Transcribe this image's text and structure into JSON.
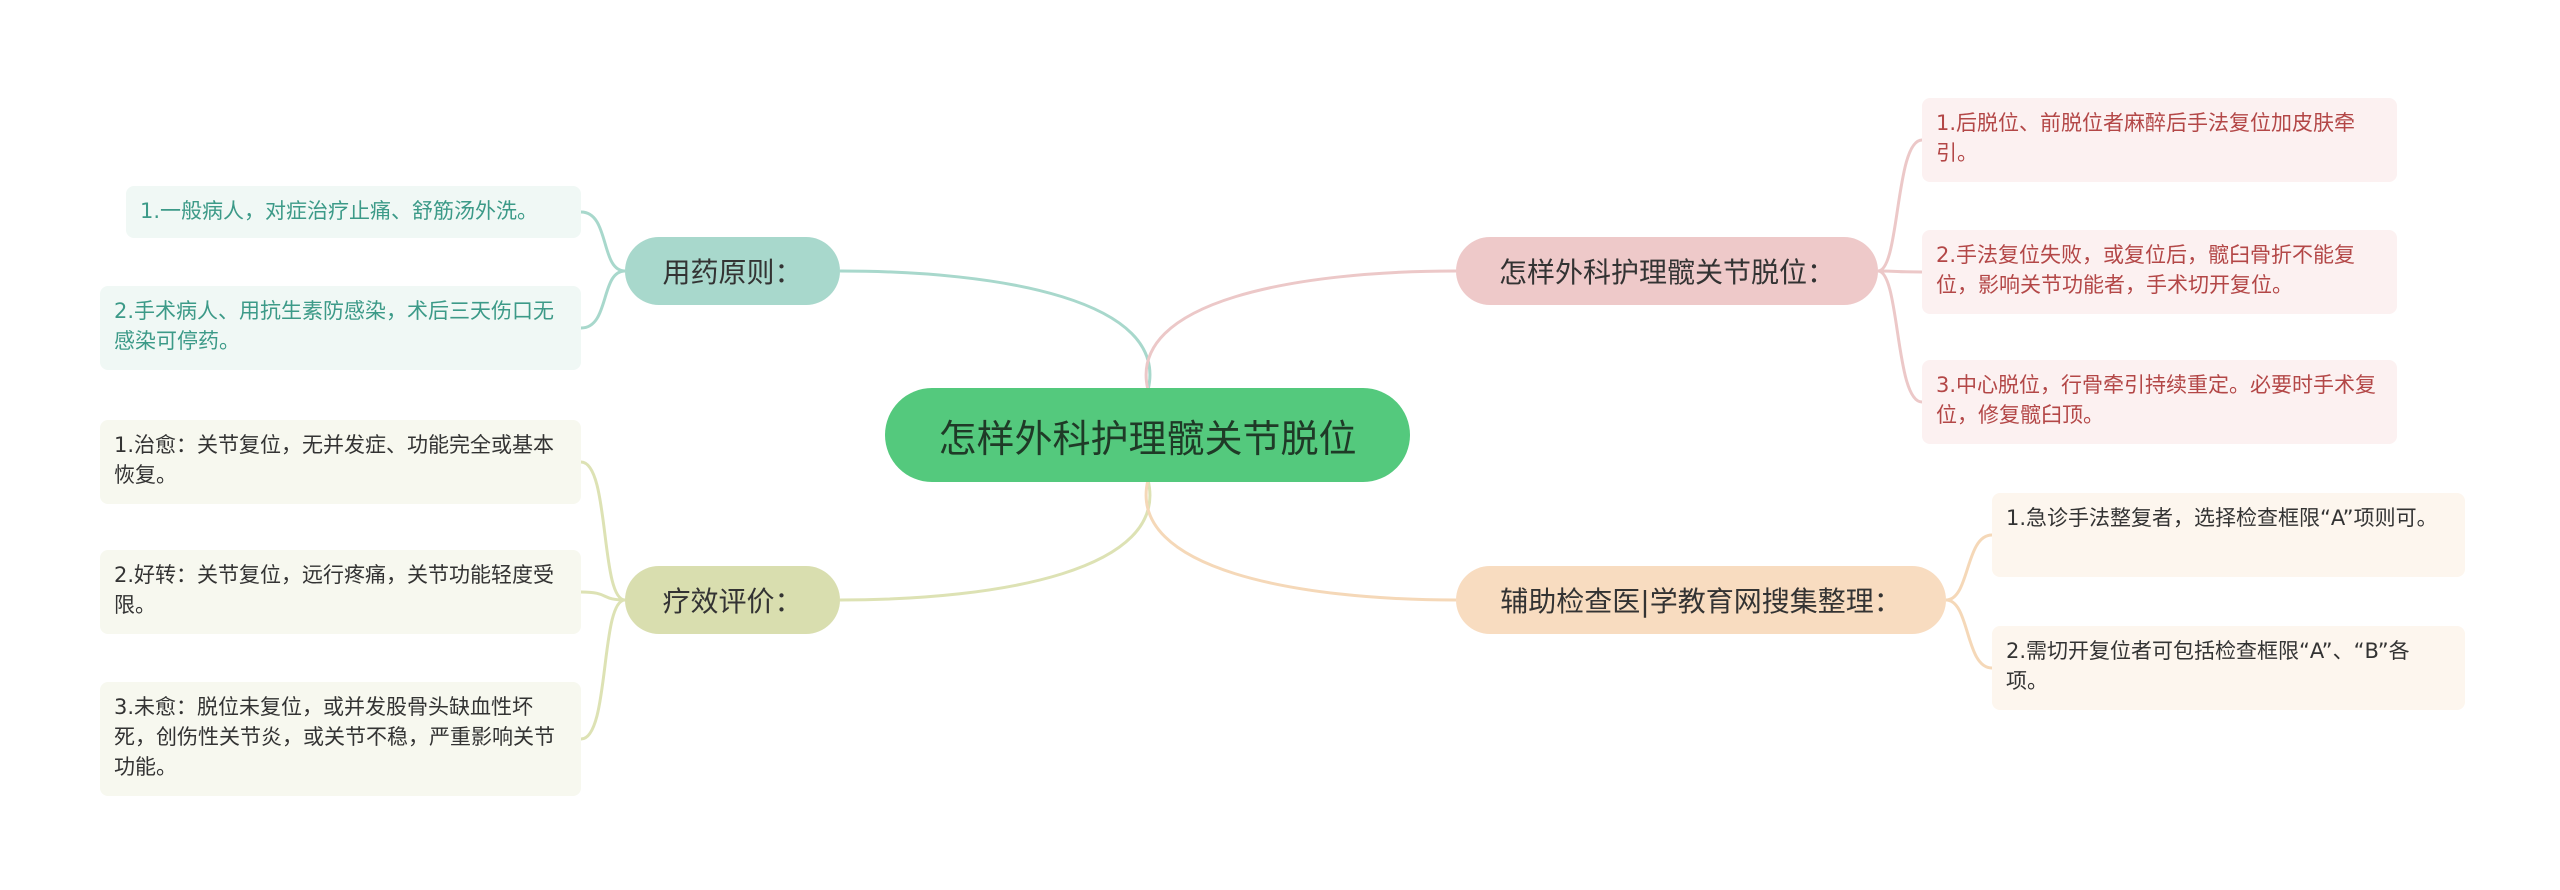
{
  "root": {
    "label": "怎样外科护理髋关节脱位"
  },
  "branches": {
    "drug": {
      "label": "用药原则：",
      "color": "#a8d8cc",
      "line_color": "#a8d8cc",
      "items": [
        "1.一般病人，对症治疗止痛、舒筋汤外洗。",
        "2.手术病人、用抗生素防感染，术后三天伤口无感染可停药。"
      ]
    },
    "eval": {
      "label": "疗效评价：",
      "color": "#d9deaf",
      "line_color": "#dde2b4",
      "items": [
        "1.治愈：关节复位，无并发症、功能完全或基本恢复。",
        "2.好转：关节复位，远行疼痛，关节功能轻度受限。",
        "3.未愈：脱位未复位，或并发股骨头缺血性坏死，创伤性关节炎，或关节不稳，严重影响关节功能。"
      ]
    },
    "care": {
      "label": "怎样外科护理髋关节脱位：",
      "color": "#eec9c9",
      "line_color": "#ecc8c8",
      "items": [
        "1.后脱位、前脱位者麻醉后手法复位加皮肤牵引。",
        "2.手法复位失败，或复位后，髋臼骨折不能复位，影响关节功能者，手术切开复位。",
        "3.中心脱位，行骨牵引持续重定。必要时手术复位，修复髋臼顶。"
      ]
    },
    "aux": {
      "label": "辅助检查医|学教育网搜集整理：",
      "color": "#f8dcc0",
      "line_color": "#f5d8b8",
      "items": [
        "1.急诊手法整复者，选择检查框限“A”项则可。",
        "2.需切开复位者可包括检查框限“A”、“B”各项。"
      ]
    }
  }
}
